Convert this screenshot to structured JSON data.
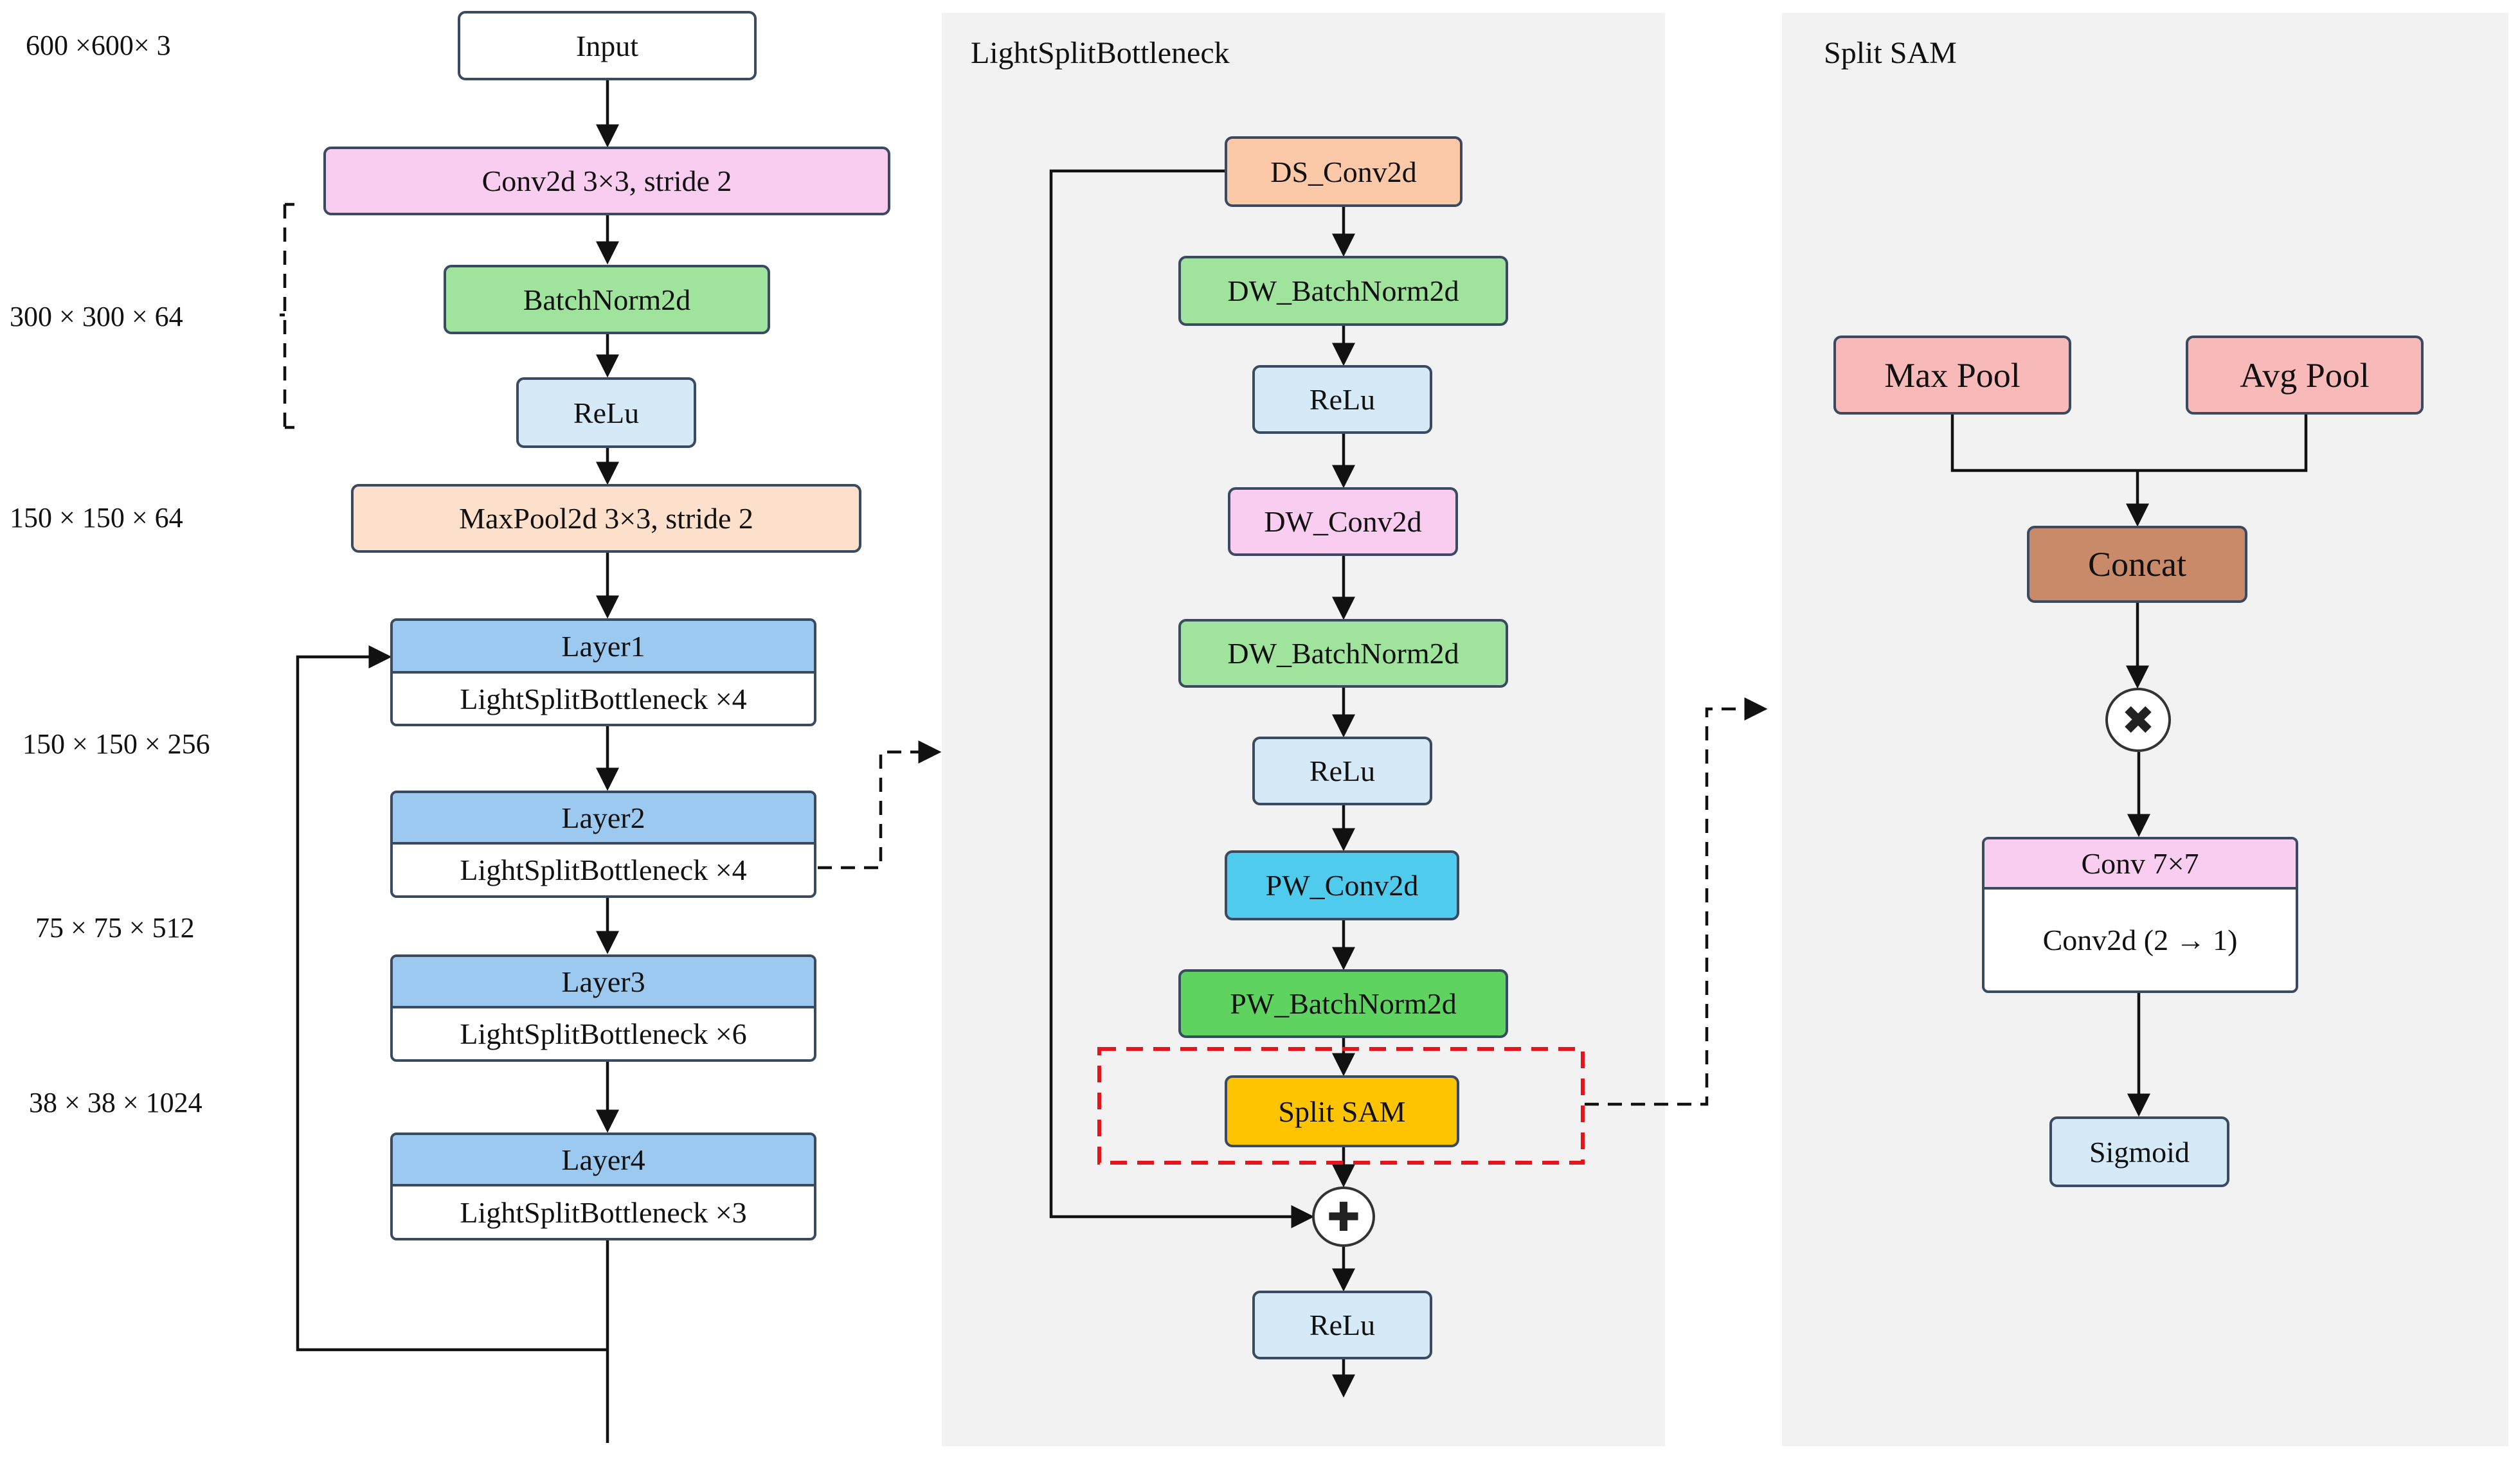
{
  "backbone": {
    "input": "Input",
    "conv": "Conv2d 3×3, stride 2",
    "bn": "BatchNorm2d",
    "relu": "ReLu",
    "maxpool": "MaxPool2d 3×3, stride 2",
    "layers": [
      {
        "title": "Layer1",
        "body": "LightSplitBottleneck ×4"
      },
      {
        "title": "Layer2",
        "body": "LightSplitBottleneck ×4"
      },
      {
        "title": "Layer3",
        "body": "LightSplitBottleneck ×6"
      },
      {
        "title": "Layer4",
        "body": "LightSplitBottleneck ×3"
      }
    ],
    "dims": [
      "600 ×600× 3",
      "300 × 300 × 64",
      "150 × 150 × 64",
      "150 × 150 × 256",
      "75 × 75 × 512",
      "38 × 38 × 1024"
    ]
  },
  "bottleneck": {
    "title": "LightSplitBottleneck",
    "blocks": [
      "DS_Conv2d",
      "DW_BatchNorm2d",
      "ReLu",
      "DW_Conv2d",
      "DW_BatchNorm2d",
      "ReLu",
      "PW_Conv2d",
      "PW_BatchNorm2d",
      "Split SAM"
    ],
    "add_symbol": "✚",
    "final_relu": "ReLu"
  },
  "sam": {
    "title": "Split SAM",
    "max_pool": "Max Pool",
    "avg_pool": "Avg Pool",
    "concat": "Concat",
    "multiply_symbol": "✖",
    "conv_title": "Conv 7×7",
    "conv_body": "Conv2d (2 → 1)",
    "sigmoid": "Sigmoid"
  },
  "colors": {
    "pink": "#f9cdf0",
    "green": "#9fe39c",
    "light_blue": "#d6e9f7",
    "peach": "#fde0cc",
    "layer_header": "#9cc9ef",
    "ds_conv": "#fbc8a8",
    "pw_conv": "#4fcbee",
    "pw_bn": "#5fd35f",
    "split_sam": "#ffc400",
    "pool": "#f8b9b9",
    "concat": "#c98a6a",
    "highlight_dash": "#e8141c"
  }
}
